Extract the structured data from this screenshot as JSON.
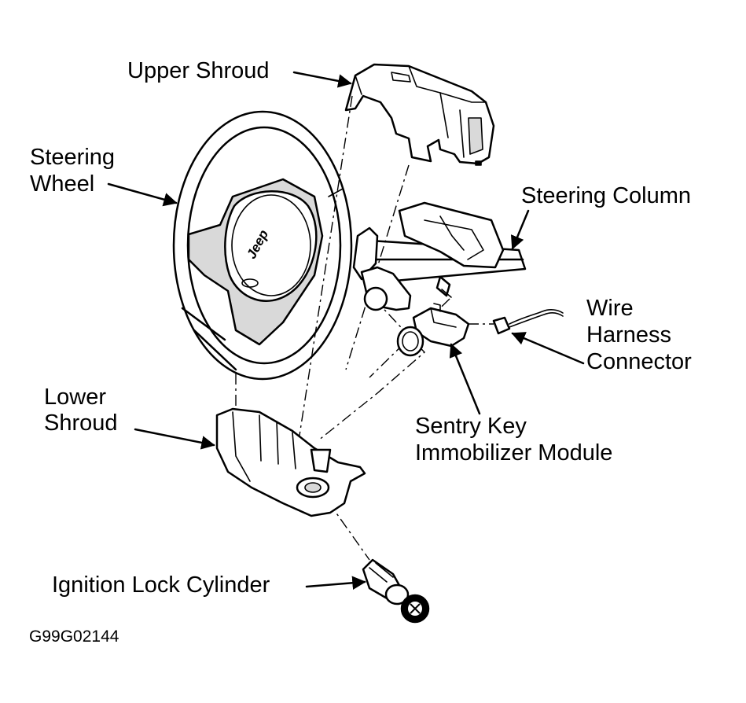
{
  "labels": {
    "upper_shroud": "Upper Shroud",
    "steering_wheel_1": "Steering",
    "steering_wheel_2": "Wheel",
    "steering_column": "Steering Column",
    "wire_harness_1": "Wire",
    "wire_harness_2": "Harness",
    "wire_harness_3": "Connector",
    "lower_shroud_1": "Lower",
    "lower_shroud_2": "Shroud",
    "sentry_key_1": "Sentry Key",
    "sentry_key_2": "Immobilizer Module",
    "ignition_lock": "Ignition Lock Cylinder",
    "airbag_logo": "Jeep"
  },
  "figure_code": "G99G02144",
  "icons": [
    "steering-wheel",
    "upper-shroud",
    "lower-shroud",
    "steering-column",
    "immobilizer-module",
    "wire-harness-connector",
    "ignition-lock-cylinder",
    "key"
  ]
}
